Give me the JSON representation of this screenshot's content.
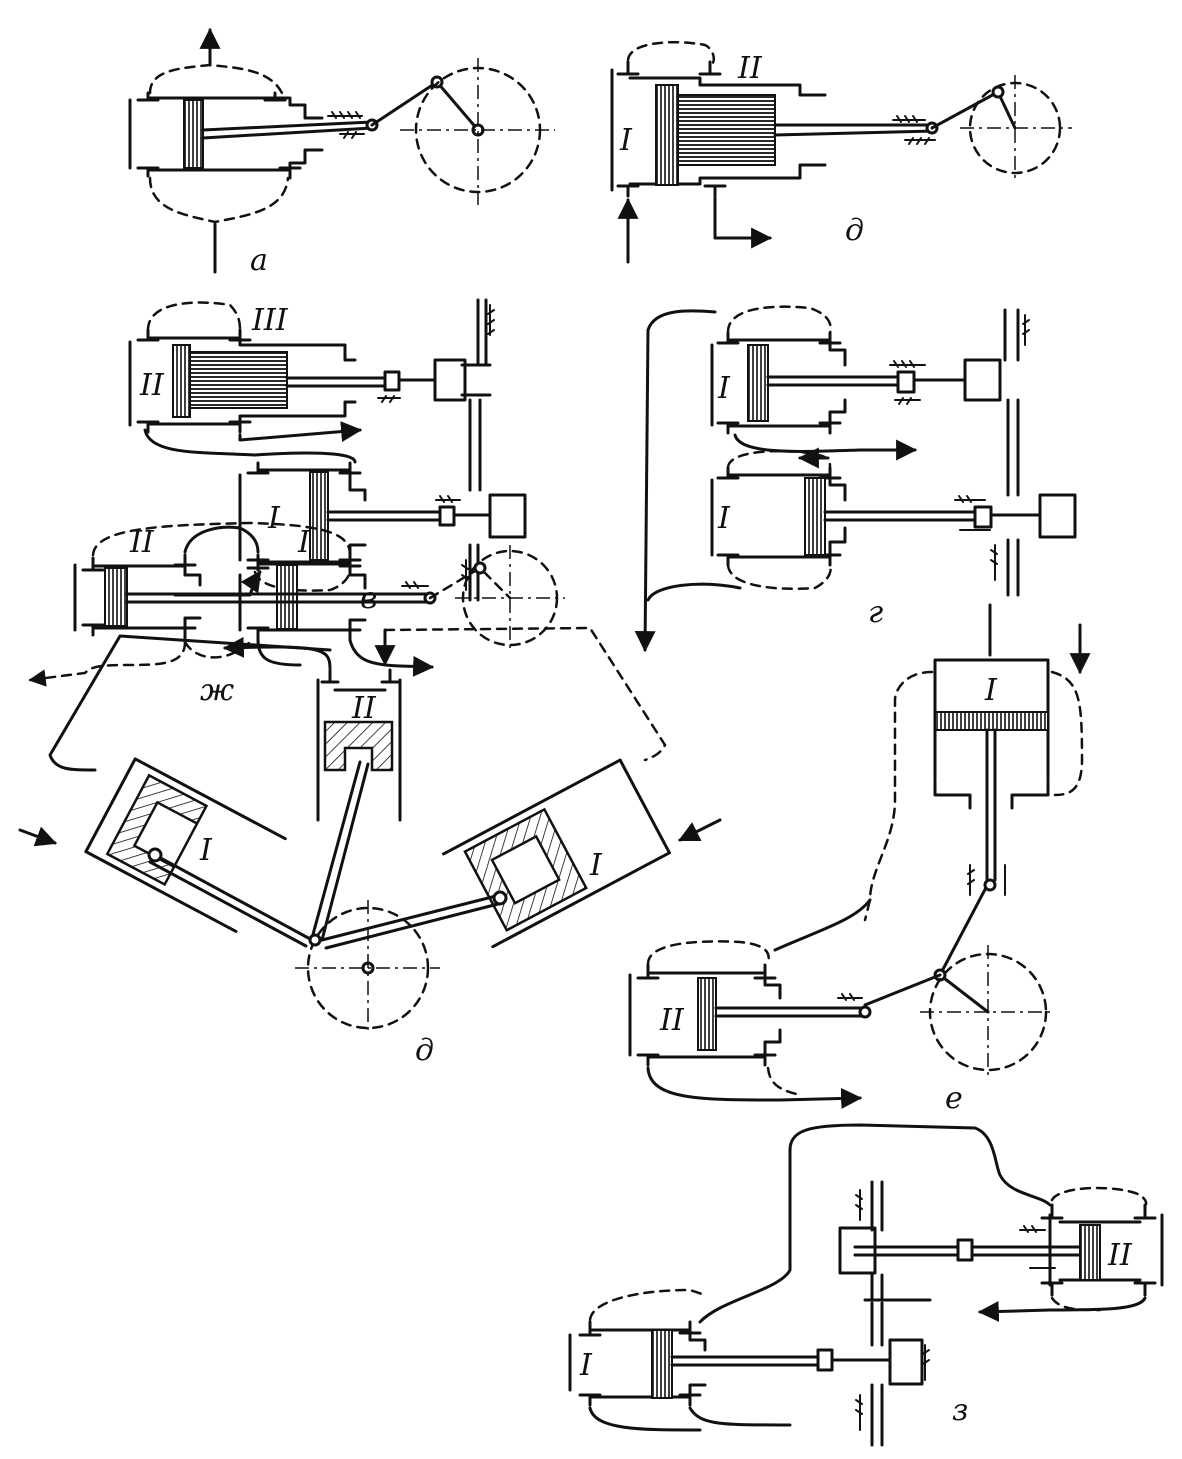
{
  "panels": {
    "a": {
      "letter": "а"
    },
    "b": {
      "letter": "д",
      "roman": [
        "I",
        "II"
      ]
    },
    "v": {
      "letter": "в",
      "roman": [
        "III",
        "II",
        "I"
      ]
    },
    "g": {
      "letter": "г",
      "roman": [
        "I",
        "I"
      ]
    },
    "d": {
      "letter": "д",
      "roman": [
        "II",
        "I",
        "I"
      ]
    },
    "e": {
      "letter": "е",
      "roman": [
        "I",
        "II"
      ]
    },
    "zh": {
      "letter": "ж",
      "roman": [
        "II",
        "I"
      ]
    },
    "z": {
      "letter": "з",
      "roman": [
        "II",
        "I"
      ]
    }
  }
}
